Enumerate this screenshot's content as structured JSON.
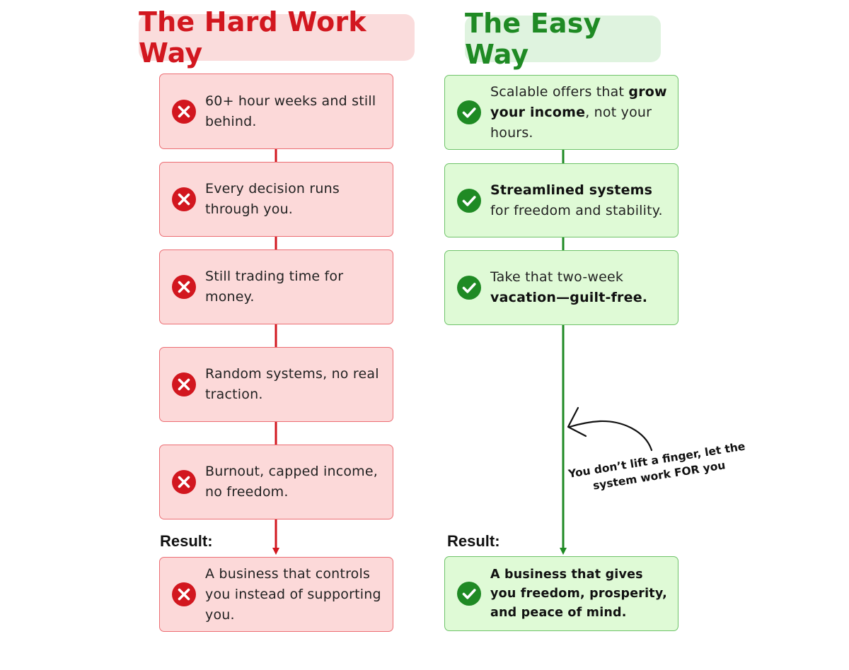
{
  "hard": {
    "title": "The Hard Work Way",
    "items": [
      "60+ hour weeks and still behind.",
      "Every decision runs through you.",
      "Still trading time for money.",
      "Random systems, no real traction.",
      "Burnout, capped income, no freedom."
    ],
    "result_label": "Result:",
    "result": "A business that controls you instead of supporting you.",
    "icon": "x-circle-icon",
    "color": "#d2171f"
  },
  "easy": {
    "title": "The Easy Way",
    "items": [
      {
        "parts": [
          {
            "t": "Scalable offers that ",
            "b": false
          },
          {
            "t": "grow your income",
            "b": true
          },
          {
            "t": ", not your hours.",
            "b": false
          }
        ]
      },
      {
        "parts": [
          {
            "t": "Streamlined systems",
            "b": true
          },
          {
            "t": " for freedom and stability.",
            "b": false
          }
        ]
      },
      {
        "parts": [
          {
            "t": "Take that two-week ",
            "b": false
          },
          {
            "t": "vacation—guilt-free.",
            "b": true
          }
        ]
      }
    ],
    "result_label": "Result:",
    "result": "A business that gives you freedom, prosperity, and peace of mind.",
    "annotation": "You don’t lift a finger, let the system work FOR you",
    "icon": "check-circle-icon",
    "color": "#1f8a24"
  }
}
